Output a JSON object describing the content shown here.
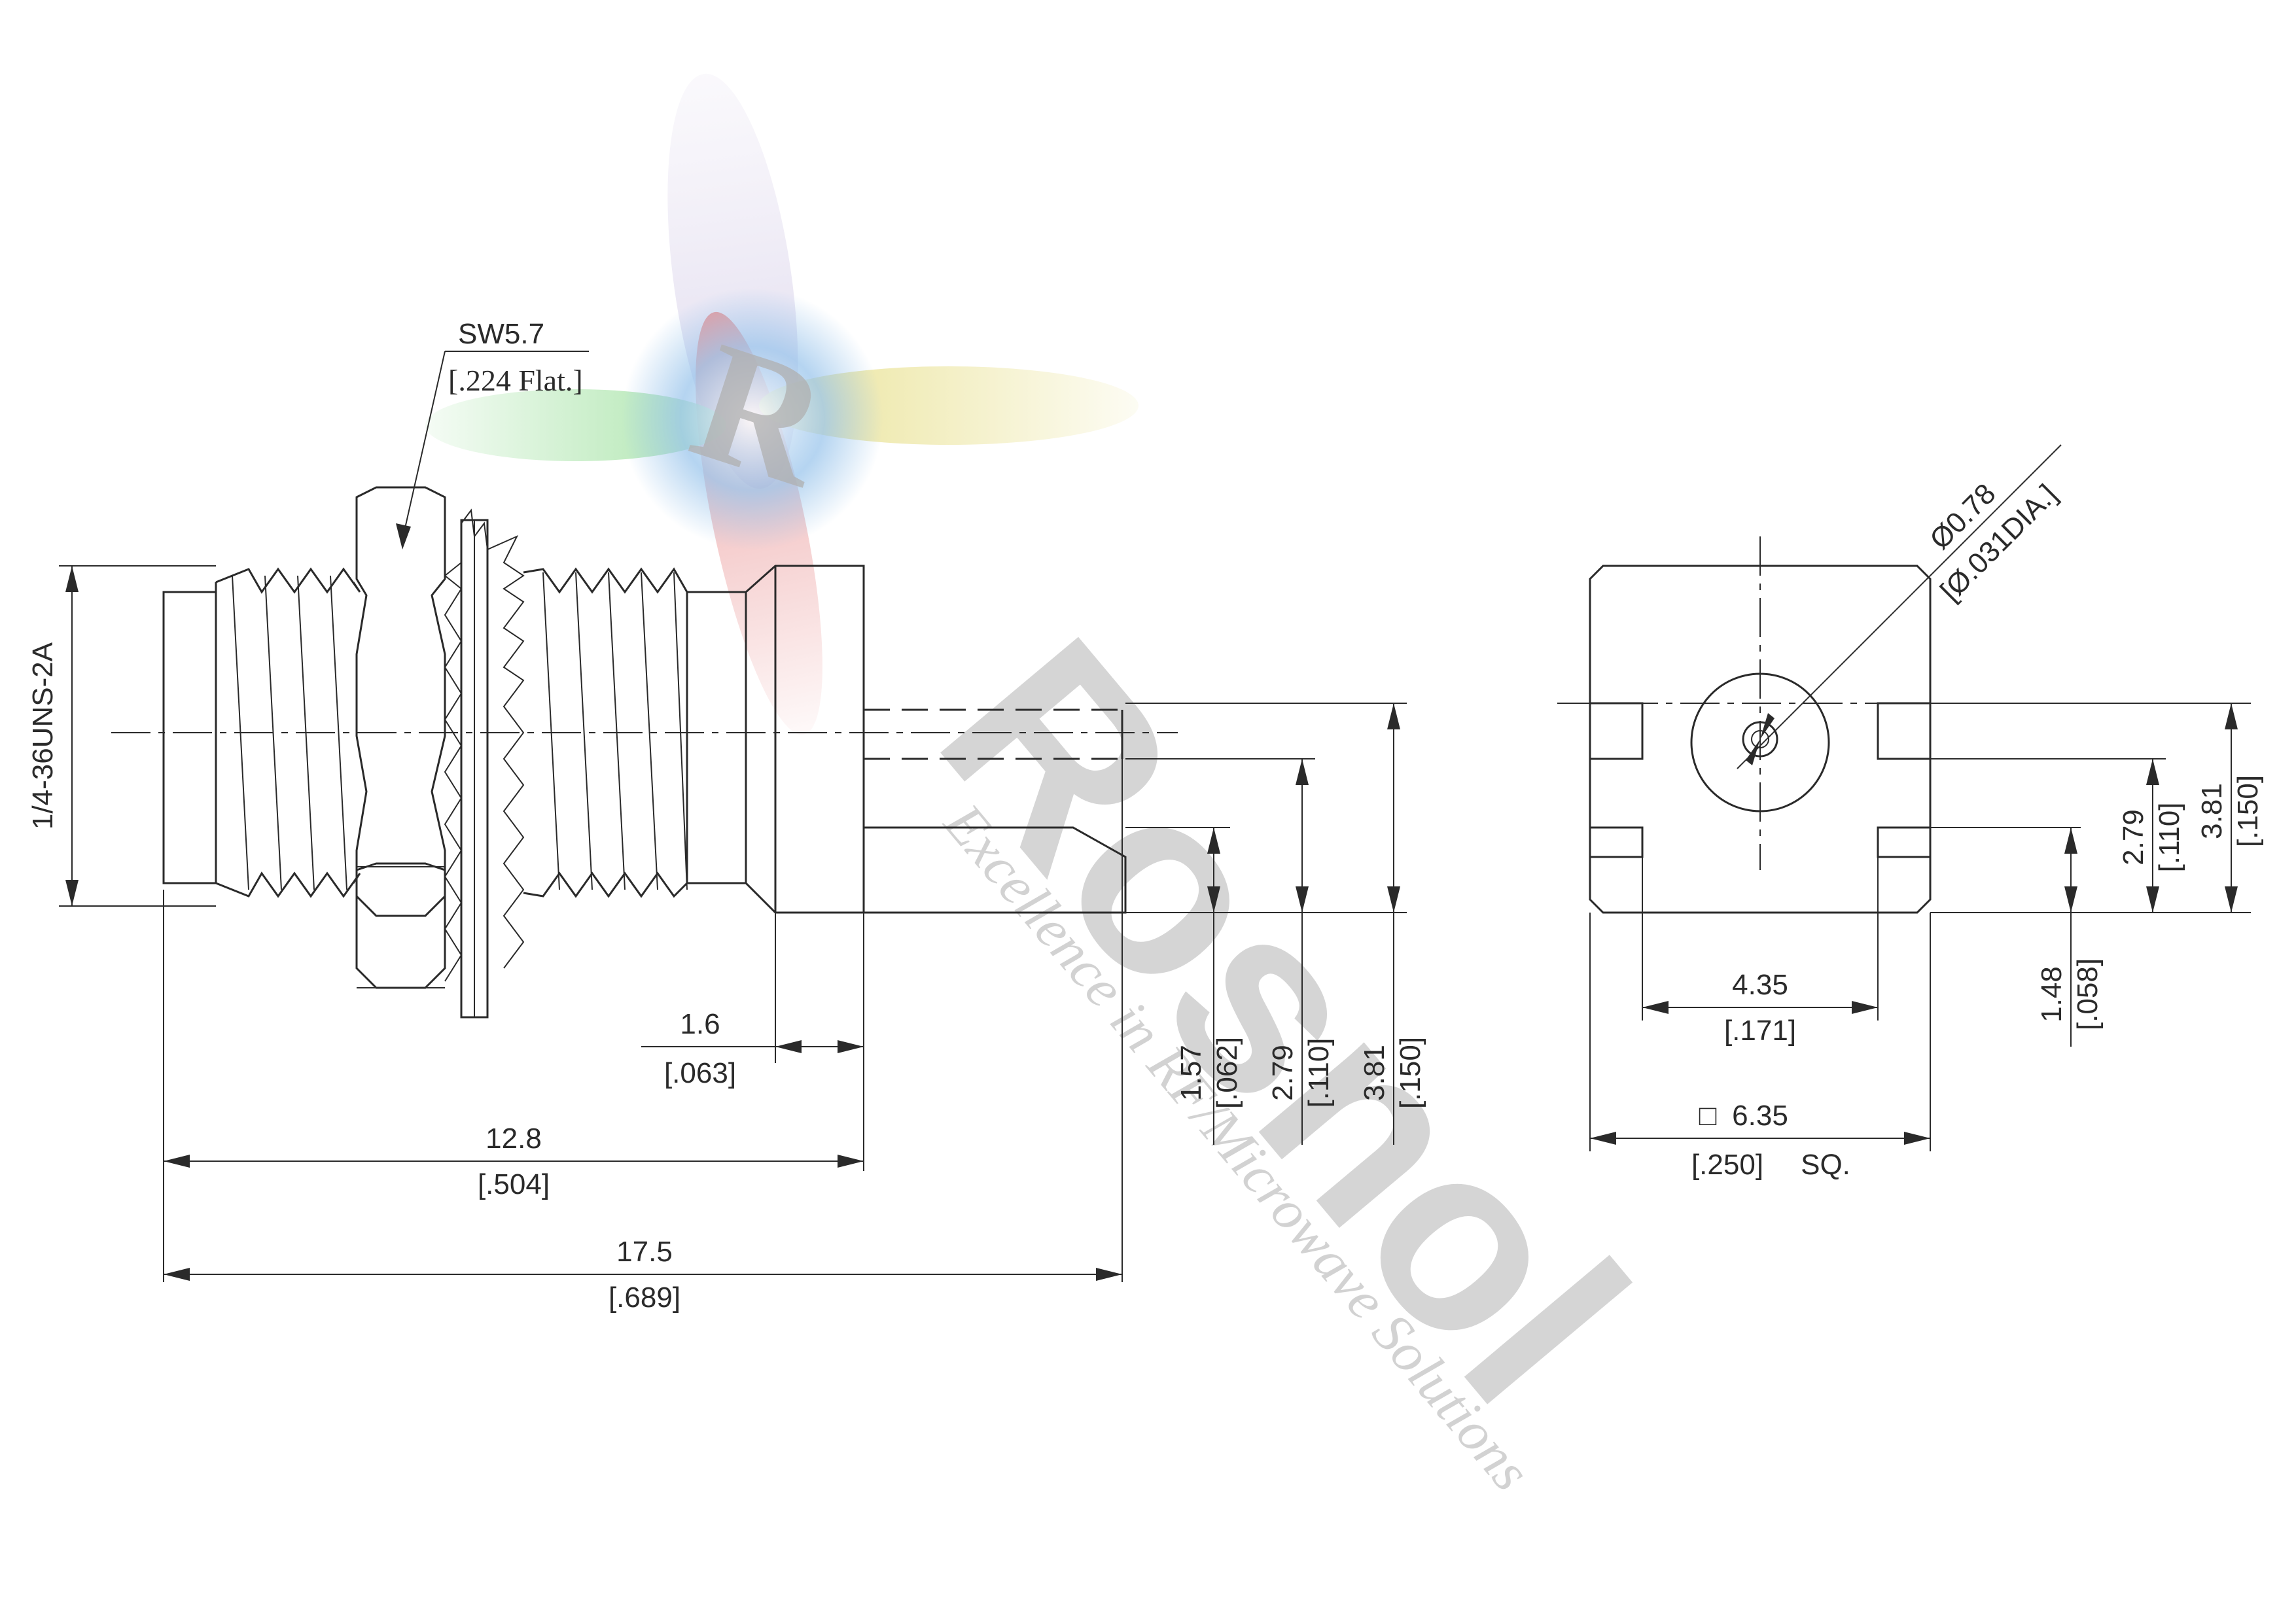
{
  "watermark": {
    "brand": "Rosnol",
    "tagline": "Excellence in RF/Microwave Solutions",
    "logo_letter": "R",
    "colors": {
      "gray": "#c8c8c8",
      "blue": "#9cc6ec",
      "red": "#e88c8c",
      "yellow": "#e8e08c",
      "green": "#9ce09c"
    }
  },
  "side_view": {
    "thread_spec": "1/4-36UNS-2A",
    "wrench_flat": {
      "metric": "SW5.7",
      "imperial": "[.224 Flat.]"
    },
    "dimensions": {
      "flange_thickness": {
        "metric": "1.6",
        "imperial": "[.063]"
      },
      "body_length": {
        "metric": "12.8",
        "imperial": "[.504]"
      },
      "overall_length": {
        "metric": "17.5",
        "imperial": "[.689]"
      },
      "pin_offset": {
        "metric": "1.57",
        "imperial": "[.062]"
      },
      "leg_height": {
        "metric": "2.79",
        "imperial": "[.110]"
      },
      "flange_height": {
        "metric": "3.81",
        "imperial": "[.150]"
      }
    }
  },
  "end_view": {
    "pin_diameter": {
      "metric": "Ø0.78",
      "imperial": "[Ø.031DIA.]"
    },
    "dimensions": {
      "leg_spacing": {
        "metric": "4.35",
        "imperial": "[.171]"
      },
      "square_size": {
        "symbol": "□",
        "metric": "6.35",
        "imperial": "[.250]",
        "suffix": "SQ."
      },
      "leg_height": {
        "metric": "2.79",
        "imperial": "[.110]"
      },
      "flange_height": {
        "metric": "3.81",
        "imperial": "[.150]"
      },
      "leg_offset": {
        "metric": "1.48",
        "imperial": "[.058]"
      }
    }
  }
}
